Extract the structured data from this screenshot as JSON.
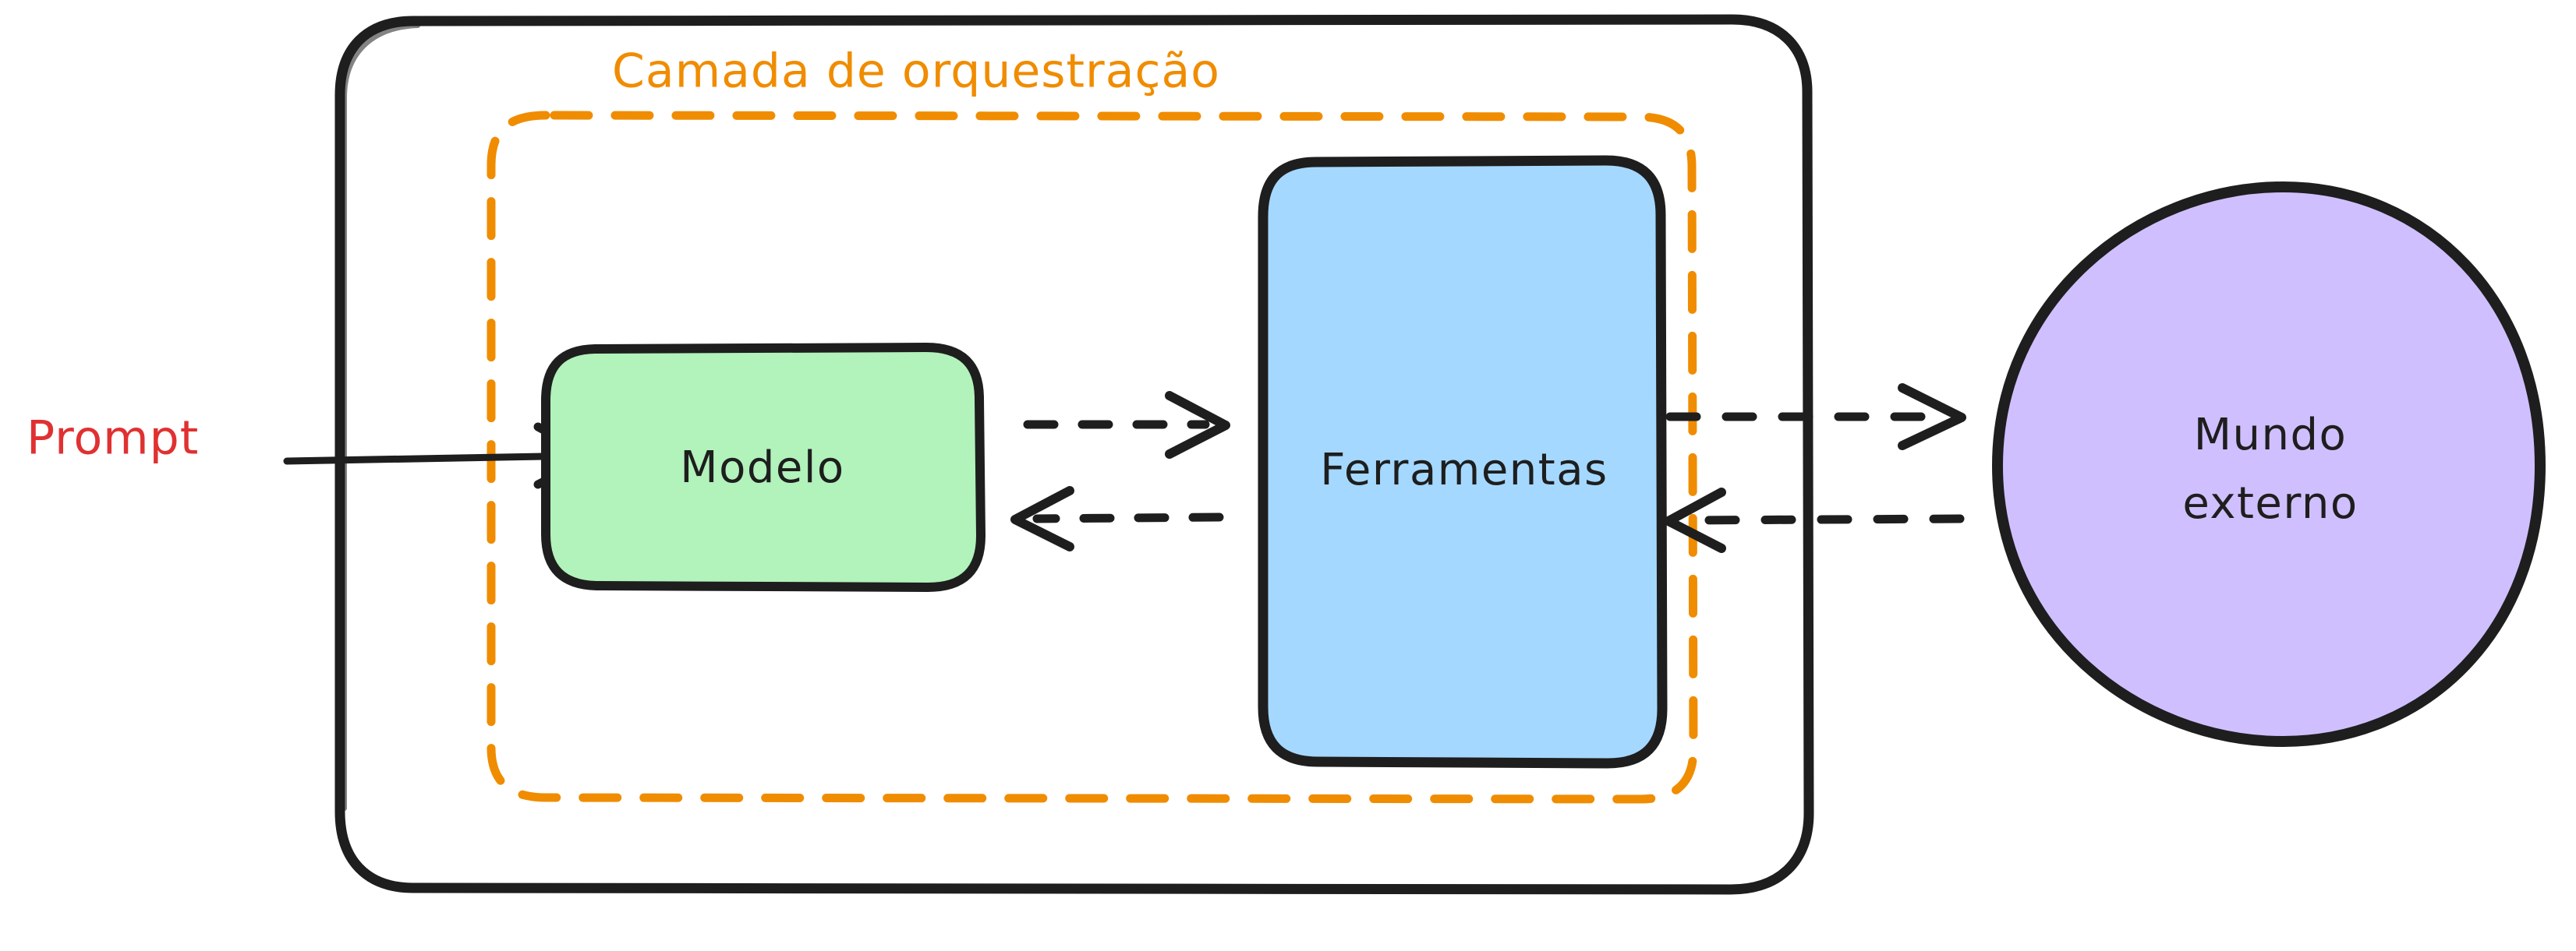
{
  "diagram": {
    "title": "Camada de orquestração",
    "background_color": "#ffffff",
    "stroke_color": "#1e1e1e",
    "colors": {
      "orange": "#f08c00",
      "red": "#e03131",
      "green_fill": "#b2f2bb",
      "blue_fill": "#a5d8ff",
      "purple_fill": "#d0bfff",
      "stroke": "#1e1e1e"
    },
    "external_input": {
      "label": "Prompt",
      "color": "#e03131"
    },
    "outer_container": {
      "name": "agent-container",
      "fill": "#ffffff",
      "stroke": "#1e1e1e"
    },
    "orchestration_layer": {
      "label": "Camada de orquestração",
      "stroke": "#f08c00",
      "style": "dashed"
    },
    "nodes": [
      {
        "id": "modelo",
        "label": "Modelo",
        "shape": "rounded-rect",
        "fill": "#b2f2bb",
        "stroke": "#1e1e1e"
      },
      {
        "id": "ferramentas",
        "label": "Ferramentas",
        "shape": "rounded-rect",
        "fill": "#a5d8ff",
        "stroke": "#1e1e1e"
      },
      {
        "id": "mundo-externo",
        "label_line1": "Mundo",
        "label_line2": "externo",
        "shape": "ellipse",
        "fill": "#d0bfff",
        "stroke": "#1e1e1e"
      }
    ],
    "edges": [
      {
        "id": "prompt-to-modelo",
        "from": "Prompt",
        "to": "Modelo",
        "style": "solid",
        "direction": "forward"
      },
      {
        "id": "modelo-to-ferramentas",
        "from": "Modelo",
        "to": "Ferramentas",
        "style": "dashed",
        "direction": "forward"
      },
      {
        "id": "ferramentas-to-modelo",
        "from": "Ferramentas",
        "to": "Modelo",
        "style": "dashed",
        "direction": "forward"
      },
      {
        "id": "ferramentas-to-mundo",
        "from": "Ferramentas",
        "to": "Mundo externo",
        "style": "dashed",
        "direction": "forward"
      },
      {
        "id": "mundo-to-ferramentas",
        "from": "Mundo externo",
        "to": "Ferramentas",
        "style": "dashed",
        "direction": "forward"
      }
    ]
  }
}
